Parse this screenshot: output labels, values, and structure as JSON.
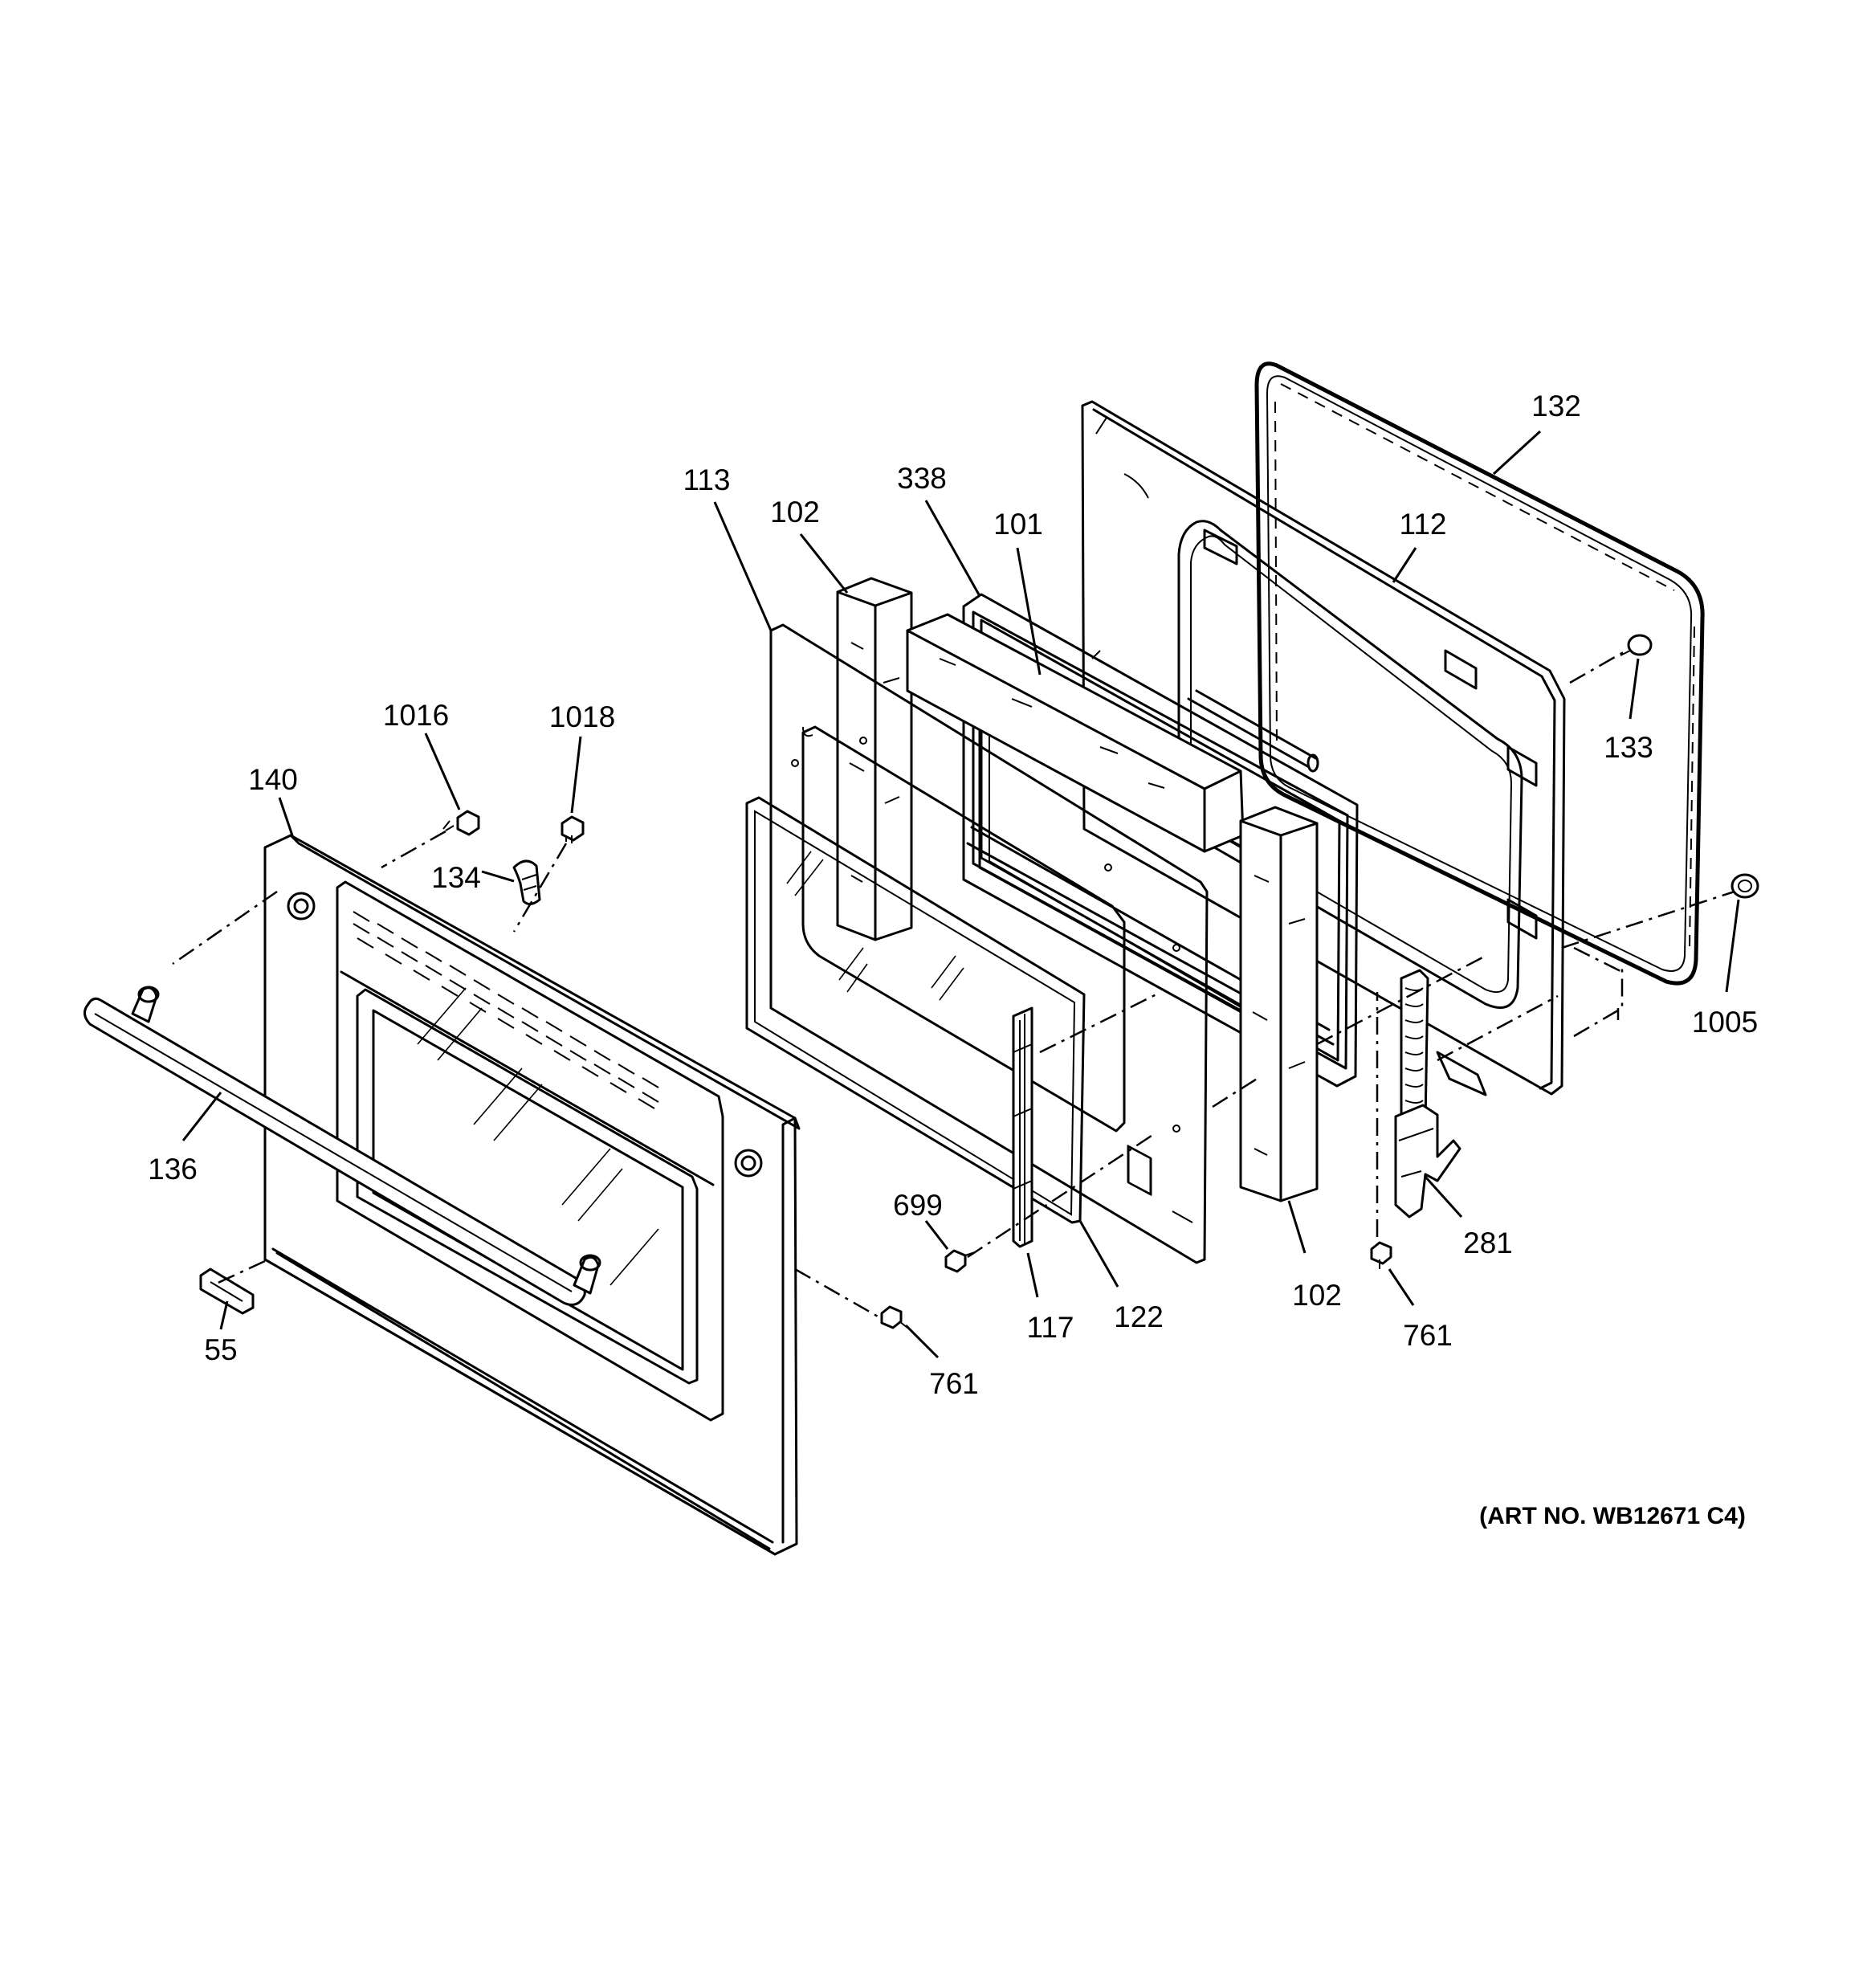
{
  "diagram": {
    "art_number": "(ART NO. WB12671 C4)",
    "callouts": {
      "c132": "132",
      "c112": "112",
      "c133": "133",
      "c1005": "1005",
      "c113": "113",
      "c102_top": "102",
      "c338": "338",
      "c101": "101",
      "c1016": "1016",
      "c1018": "1018",
      "c140": "140",
      "c134": "134",
      "c136": "136",
      "c699": "699",
      "c117": "117",
      "c122": "122",
      "c102_bottom": "102",
      "c281": "281",
      "c761_right": "761",
      "c761_left": "761",
      "c55": "55"
    }
  }
}
